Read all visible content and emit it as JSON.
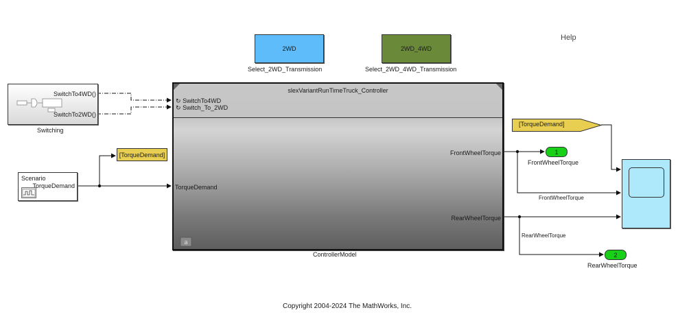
{
  "help_label": "Help",
  "buttons": [
    {
      "label": "2WD",
      "caption": "Select_2WD_Transmission",
      "color": "#5ebcfb"
    },
    {
      "label": "2WD_4WD",
      "caption": "Select_2WD_4WD_Transmission",
      "color": "#6a8a3a"
    }
  ],
  "switching": {
    "caption": "Switching",
    "ports": [
      "SwitchTo4WD()",
      "SwitchTo2WD()"
    ]
  },
  "controller": {
    "title": "slexVariantRunTimeTruck_Controller",
    "caption": "ControllerModel",
    "function_ports": [
      "SwitchTo4WD",
      "Switch_To_2WD"
    ],
    "input_port": "TorqueDemand",
    "output_ports": [
      "FrontWheelTorque",
      "RearWheelTorque"
    ]
  },
  "scenario": {
    "line1": "Scenario",
    "line2": "TorqueDemand"
  },
  "goto_tag": "[TorqueDemand]",
  "from_tag": "[TorqueDemand]",
  "outports": [
    {
      "number": "1",
      "label": "FrontWheelTorque"
    },
    {
      "number": "2",
      "label": "RearWheelTorque"
    }
  ],
  "signal_labels": {
    "front": "FrontWheelTorque",
    "rear": "RearWheelTorque"
  },
  "copyright": "Copyright 2004-2024 The MathWorks, Inc."
}
